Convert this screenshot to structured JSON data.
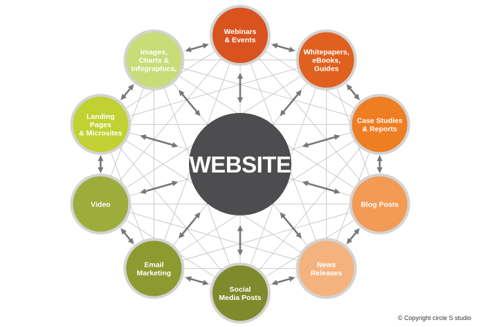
{
  "hub": {
    "label": "WEBSITE",
    "color": "#4d4d4f"
  },
  "nodes": [
    {
      "id": "webinars-events",
      "lines": [
        "Webinars",
        "& Events"
      ],
      "color": "#d9531e"
    },
    {
      "id": "whitepapers",
      "lines": [
        "Whitepapers,",
        "eBooks,",
        "Guides"
      ],
      "color": "#e0601f"
    },
    {
      "id": "case-studies",
      "lines": [
        "Case Studies",
        "& Reports"
      ],
      "color": "#ef7d22"
    },
    {
      "id": "blog-posts",
      "lines": [
        "Blog Posts"
      ],
      "color": "#f39a55"
    },
    {
      "id": "news-releases",
      "lines": [
        "News",
        "Releases"
      ],
      "color": "#f4b37e"
    },
    {
      "id": "social-media-posts",
      "lines": [
        "Social",
        "Media Posts"
      ],
      "color": "#7f8a2c"
    },
    {
      "id": "email-marketing",
      "lines": [
        "Email",
        "Marketing"
      ],
      "color": "#8d9a30"
    },
    {
      "id": "video",
      "lines": [
        "Video"
      ],
      "color": "#9dad3c"
    },
    {
      "id": "landing-pages",
      "lines": [
        "Landing",
        "Pages",
        "& Microsites"
      ],
      "color": "#c0d131"
    },
    {
      "id": "images-charts",
      "lines": [
        "Images,",
        "Charts &",
        "Infographics,"
      ],
      "color": "#c8dc78"
    }
  ],
  "colors": {
    "ring": "#d3d3d3",
    "mesh": "#bdbdbd",
    "arrow": "#777777"
  },
  "copyright": "© Copyright  circle S studio"
}
